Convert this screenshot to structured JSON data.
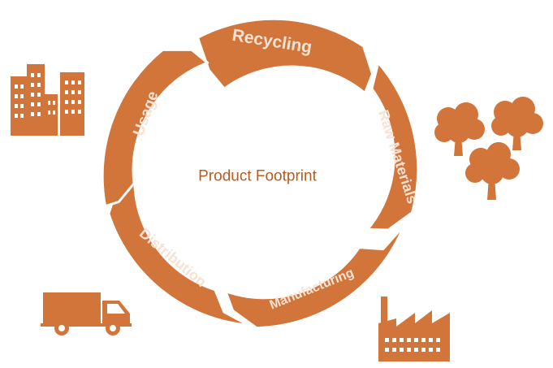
{
  "diagram": {
    "center_label": "Product Footprint",
    "stages": [
      {
        "label": "Recycling"
      },
      {
        "label": "Raw Materials"
      },
      {
        "label": "Manufacturing"
      },
      {
        "label": "Distribution"
      },
      {
        "label": "Usage"
      }
    ]
  },
  "icons": {
    "buildings": "buildings-icon",
    "trees": "trees-icon",
    "truck": "truck-icon",
    "factory": "factory-icon"
  },
  "colors": {
    "segment": "#d1753b",
    "segment_text": "#f7e2d3",
    "center_text": "#b55d22"
  }
}
